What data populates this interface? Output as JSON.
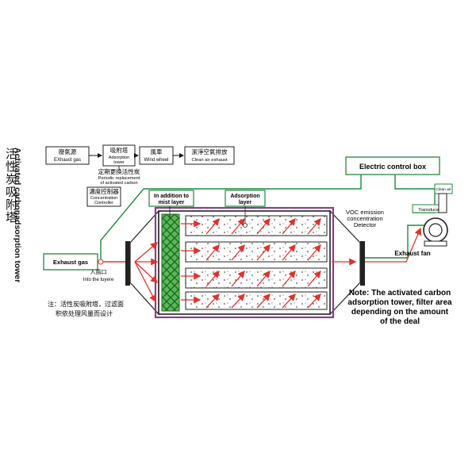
{
  "title": {
    "cn": "活性炭吸附塔",
    "en": "Activated carbonadsorption tower"
  },
  "flow_boxes": [
    {
      "cn": "廢氣源",
      "en": "EXhaust gas"
    },
    {
      "cn": "吸附塔",
      "en": "Adsorption tower"
    },
    {
      "cn": "風車",
      "en": "Wind wheel"
    },
    {
      "cn": "潔淨空氣排放",
      "en": "Clean air exhaust"
    }
  ],
  "replacement_note": {
    "cn": "定期更換活性炭",
    "en": "Periodic replacement of activated carbon"
  },
  "controller": {
    "cn": "濃度控制器",
    "en": "Concentration Controller"
  },
  "labels": {
    "electric_control_box": "Electric control box",
    "mist_layer": "In addition to mist layer",
    "adsorption_layer": "Adsorption layer",
    "voc_detector": "VOC emission concentration Detector",
    "clean_air": "Clean air",
    "transducer": "Transducer",
    "exhaust_fan": "Exhaust fan",
    "exhaust_gas": "Exhaust gas",
    "tuyere_cn": "入風口",
    "tuyere_en": "Into the tuyere"
  },
  "note_en": "Note: The activated carbon adsorption tower, filter area depending on the amount of the deal",
  "note_cn": "注：活性炭吸附塔，过滤面积依处理风量而设计",
  "colors": {
    "airflow": "#e0312c",
    "control_line": "#1f8a3a",
    "box_border": "#1f8a3a",
    "housing": "#8a3f8a",
    "mist_fill": "#5bb85b"
  }
}
